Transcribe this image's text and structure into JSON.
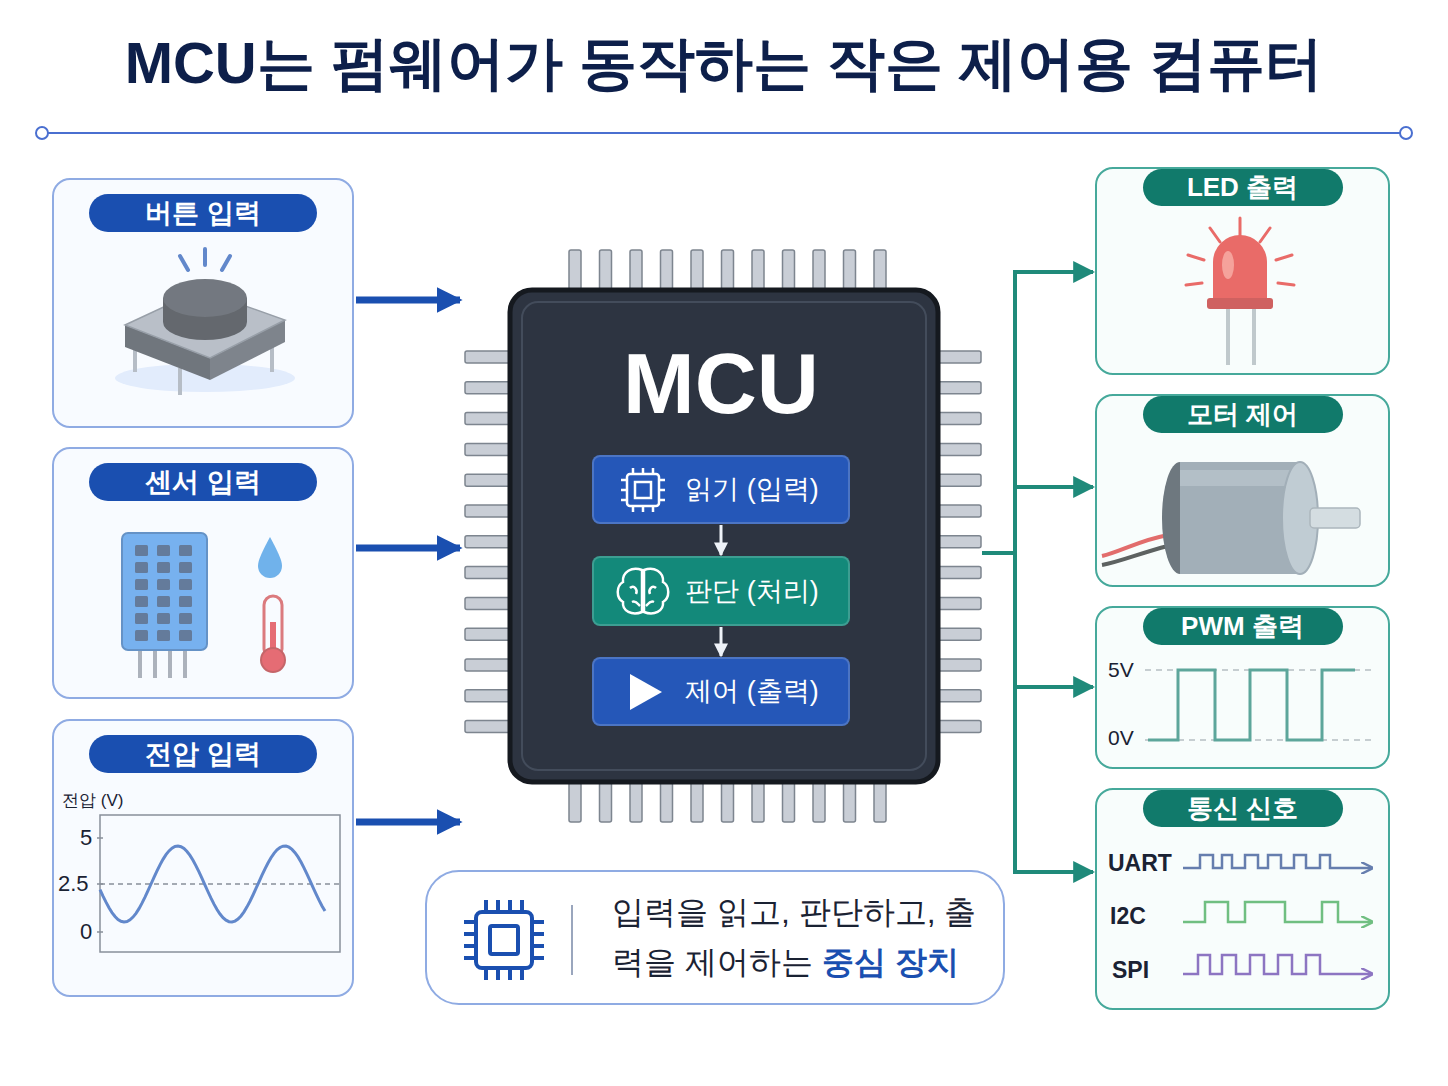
{
  "diagram": {
    "title": "MCU는 펌웨어가 동작하는 작은 제어용 컴퓨터",
    "nodes": [
      {
        "text": [
          "버튼 입력"
        ]
      },
      {
        "text": [
          "센서 입력"
        ]
      },
      {
        "text": [
          "전압 입력"
        ]
      },
      {
        "text": [
          "MCU"
        ]
      },
      {
        "text": [
          "읽기 (입력)"
        ],
        "in": 3
      },
      {
        "text": [
          "판단 (처리)"
        ],
        "in": 3
      },
      {
        "text": [
          "제어 (출력)"
        ],
        "in": 3
      },
      {
        "text": [
          "입력을 읽고, 판단하고, 출력을 제어하는",
          "중심 장치"
        ]
      },
      {
        "text": [
          "LED 출력"
        ]
      },
      {
        "text": [
          "모터 제어"
        ]
      },
      {
        "text": [
          "PWM 출력"
        ]
      },
      {
        "text": [
          "통신 신호"
        ]
      }
    ],
    "edges": [
      {
        "from": 0,
        "to": 3,
        "arrow": "to"
      },
      {
        "from": 1,
        "to": 3,
        "arrow": "to"
      },
      {
        "from": 2,
        "to": 3,
        "arrow": "to"
      },
      {
        "from": 4,
        "to": 5,
        "arrow": "to"
      },
      {
        "from": 5,
        "to": 6,
        "arrow": "to"
      },
      {
        "from": 3,
        "to": 8,
        "arrow": "to"
      },
      {
        "from": 3,
        "to": 9,
        "arrow": "to"
      },
      {
        "from": 3,
        "to": 10,
        "arrow": "to"
      },
      {
        "from": 3,
        "to": 11,
        "arrow": "to"
      }
    ],
    "labels": [
      "전압 (V)",
      "5",
      "2.5",
      "0",
      "5V",
      "0V",
      "UART",
      "I2C",
      "SPI"
    ]
  }
}
